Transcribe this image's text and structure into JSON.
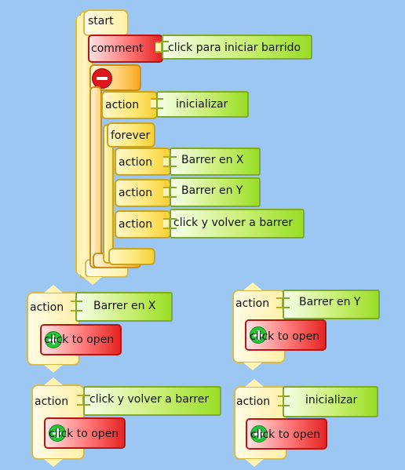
{
  "script": {
    "start_label": "start",
    "comment_label": "comment",
    "comment_text": "click para iniciar barrido",
    "action_label": "action",
    "init_text": "inicializar",
    "forever_label": "forever",
    "actions": [
      {
        "label": "action",
        "text": "Barrer en X"
      },
      {
        "label": "action",
        "text": "Barrer en Y"
      },
      {
        "label": "action",
        "text": "click y volver a barrer"
      }
    ]
  },
  "blocks": [
    {
      "label": "action",
      "text": "Barrer en X",
      "open_text": "click to open"
    },
    {
      "label": "action",
      "text": "Barrer en Y",
      "open_text": "click to open"
    },
    {
      "label": "action",
      "text": "click y volver a barrer",
      "open_text": "click to open"
    },
    {
      "label": "action",
      "text": "inicializar",
      "open_text": "click to open"
    }
  ],
  "icons": {
    "collapse": "minus-circle-icon",
    "expand": "plus-circle-icon"
  }
}
